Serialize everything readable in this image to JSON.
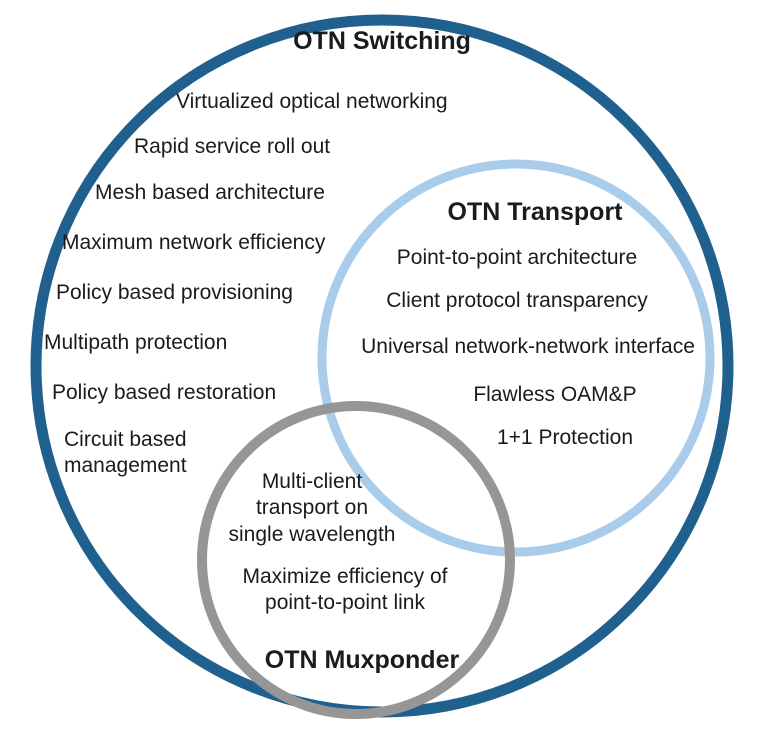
{
  "colors": {
    "switching": "#20608f",
    "transport": "#a8cce9",
    "muxponder": "#969696"
  },
  "switching": {
    "label": "OTN Switching",
    "items": [
      "Virtualized optical networking",
      "Rapid service roll out",
      "Mesh based architecture",
      "Maximum network efficiency",
      "Policy based provisioning",
      "Multipath protection",
      "Policy based restoration",
      "Circuit based management"
    ]
  },
  "transport": {
    "label": "OTN Transport",
    "items": [
      "Point-to-point architecture",
      "Client protocol transparency",
      "Universal network-network interface",
      "Flawless OAM&P",
      "1+1 Protection"
    ]
  },
  "muxponder": {
    "label": "OTN Muxponder",
    "items": [
      "Multi-client transport on single wavelength",
      "Maximize efficiency of point-to-point link"
    ]
  }
}
